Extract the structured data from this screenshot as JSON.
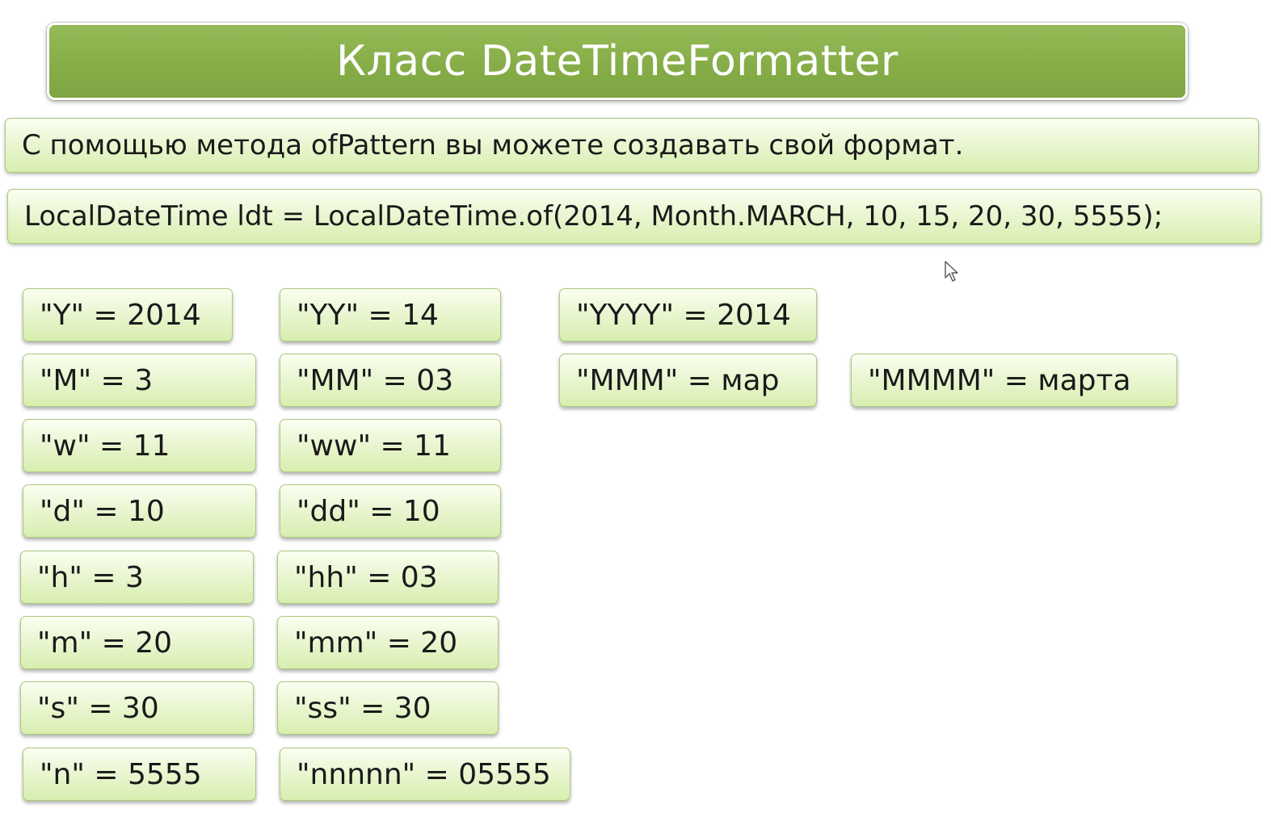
{
  "title": "Класс DateTimeFormatter",
  "intro": "С помощью метода ofPattern вы можете создавать свой формат.",
  "code_line": "LocalDateTime ldt = LocalDateTime.of(2014, Month.MARCH, 10, 15, 20, 30, 5555);",
  "patterns": {
    "Y": "\"Y\"  = 2014",
    "YY": "\"YY\"  = 14",
    "YYYY": "\"YYYY\"  = 2014",
    "M": "\"M\"  = 3",
    "MM": "\"MM\"  = 03",
    "MMM": "\"MMM\"  = мар",
    "MMMM": "\"MMMM\"  = марта",
    "w": "\"w\"  = 11",
    "ww": "\"ww\"  = 11",
    "d": "\"d\"  = 10",
    "dd": "\"dd\"  = 10",
    "h": "\"h\"  = 3",
    "hh": "\"hh\"  = 03",
    "m": "\"m\"  = 20",
    "mm": "\"mm\"  = 20",
    "s": "\"s\"  = 30",
    "ss": "\"ss\"  = 30",
    "n": "\"n\"  = 5555",
    "nnnnn": "\"nnnnn\"  = 05555"
  },
  "colors": {
    "title_bar": "#86ad47",
    "box_fill": "#ecf7d6",
    "box_border": "#a9c97d"
  },
  "icons": {
    "cursor": "mouse-pointer-icon"
  }
}
